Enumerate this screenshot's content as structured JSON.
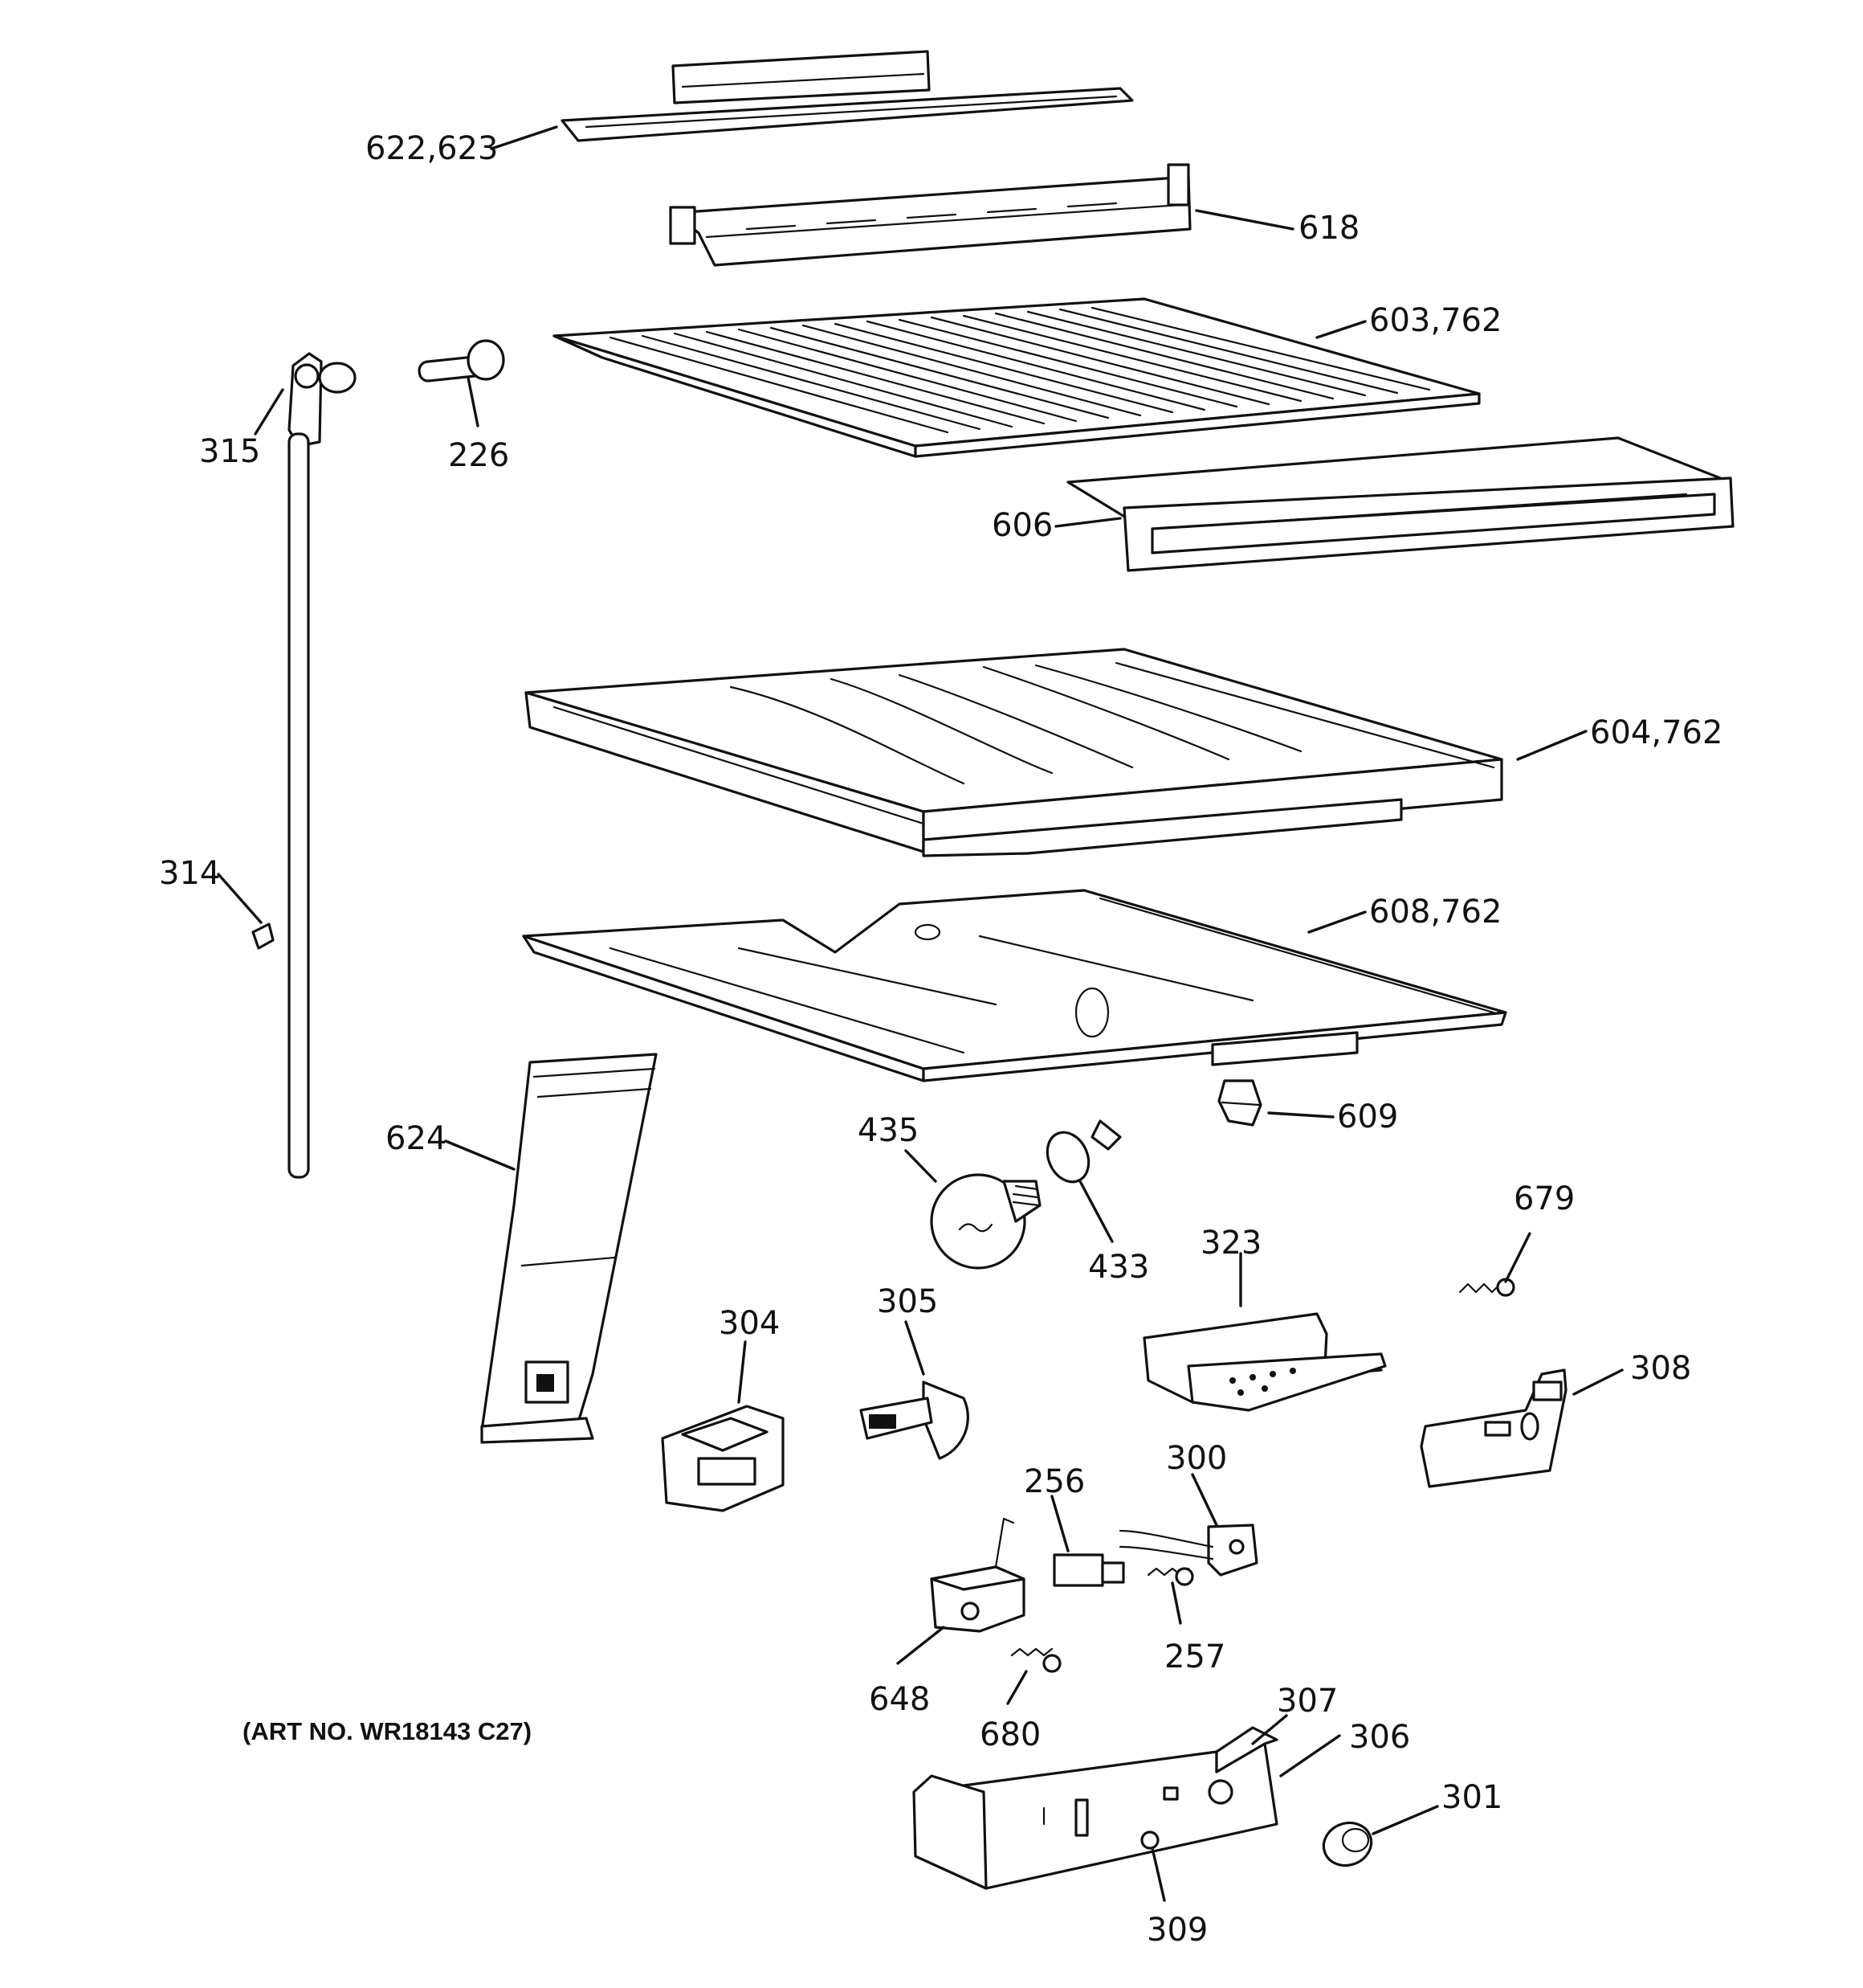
{
  "art_number": "(ART NO. WR18143 C27)",
  "callouts": {
    "c622_623": "622,623",
    "c618": "618",
    "c603_762": "603,762",
    "c226": "226",
    "c315": "315",
    "c606": "606",
    "c604_762": "604,762",
    "c314": "314",
    "c608_762": "608,762",
    "c609": "609",
    "c624": "624",
    "c435": "435",
    "c433": "433",
    "c679": "679",
    "c323": "323",
    "c304": "304",
    "c305": "305",
    "c308": "308",
    "c256": "256",
    "c300": "300",
    "c257": "257",
    "c648": "648",
    "c680": "680",
    "c307": "307",
    "c306": "306",
    "c301": "301",
    "c309": "309"
  },
  "parts": {
    "p622_623": "crisper-cover-icon",
    "p618": "shelf-bracket-rail-icon",
    "p603_762": "wire-shelf-icon",
    "p226": "shelf-support-icon",
    "p315": "rod-bracket-icon",
    "p314": "rod-icon",
    "p606": "shelf-frame-icon",
    "p604_762": "crisper-pan-icon",
    "p608_762": "meat-pan-cover-icon",
    "p609": "clip-icon",
    "p624": "air-duct-icon",
    "p435": "light-bulb-icon",
    "p433": "lamp-socket-icon",
    "p679": "screw-icon",
    "p323": "control-bracket-icon",
    "p304": "damper-control-icon",
    "p305": "thermostat-knob-icon",
    "p308": "control-plate-icon",
    "p256": "light-switch-icon",
    "p300": "thermostat-icon",
    "p257": "screw-icon",
    "p648": "defrost-timer-icon",
    "p680": "screw-icon",
    "p306_307": "control-housing-icon",
    "p301": "knob-icon",
    "p309": "plug-icon"
  }
}
